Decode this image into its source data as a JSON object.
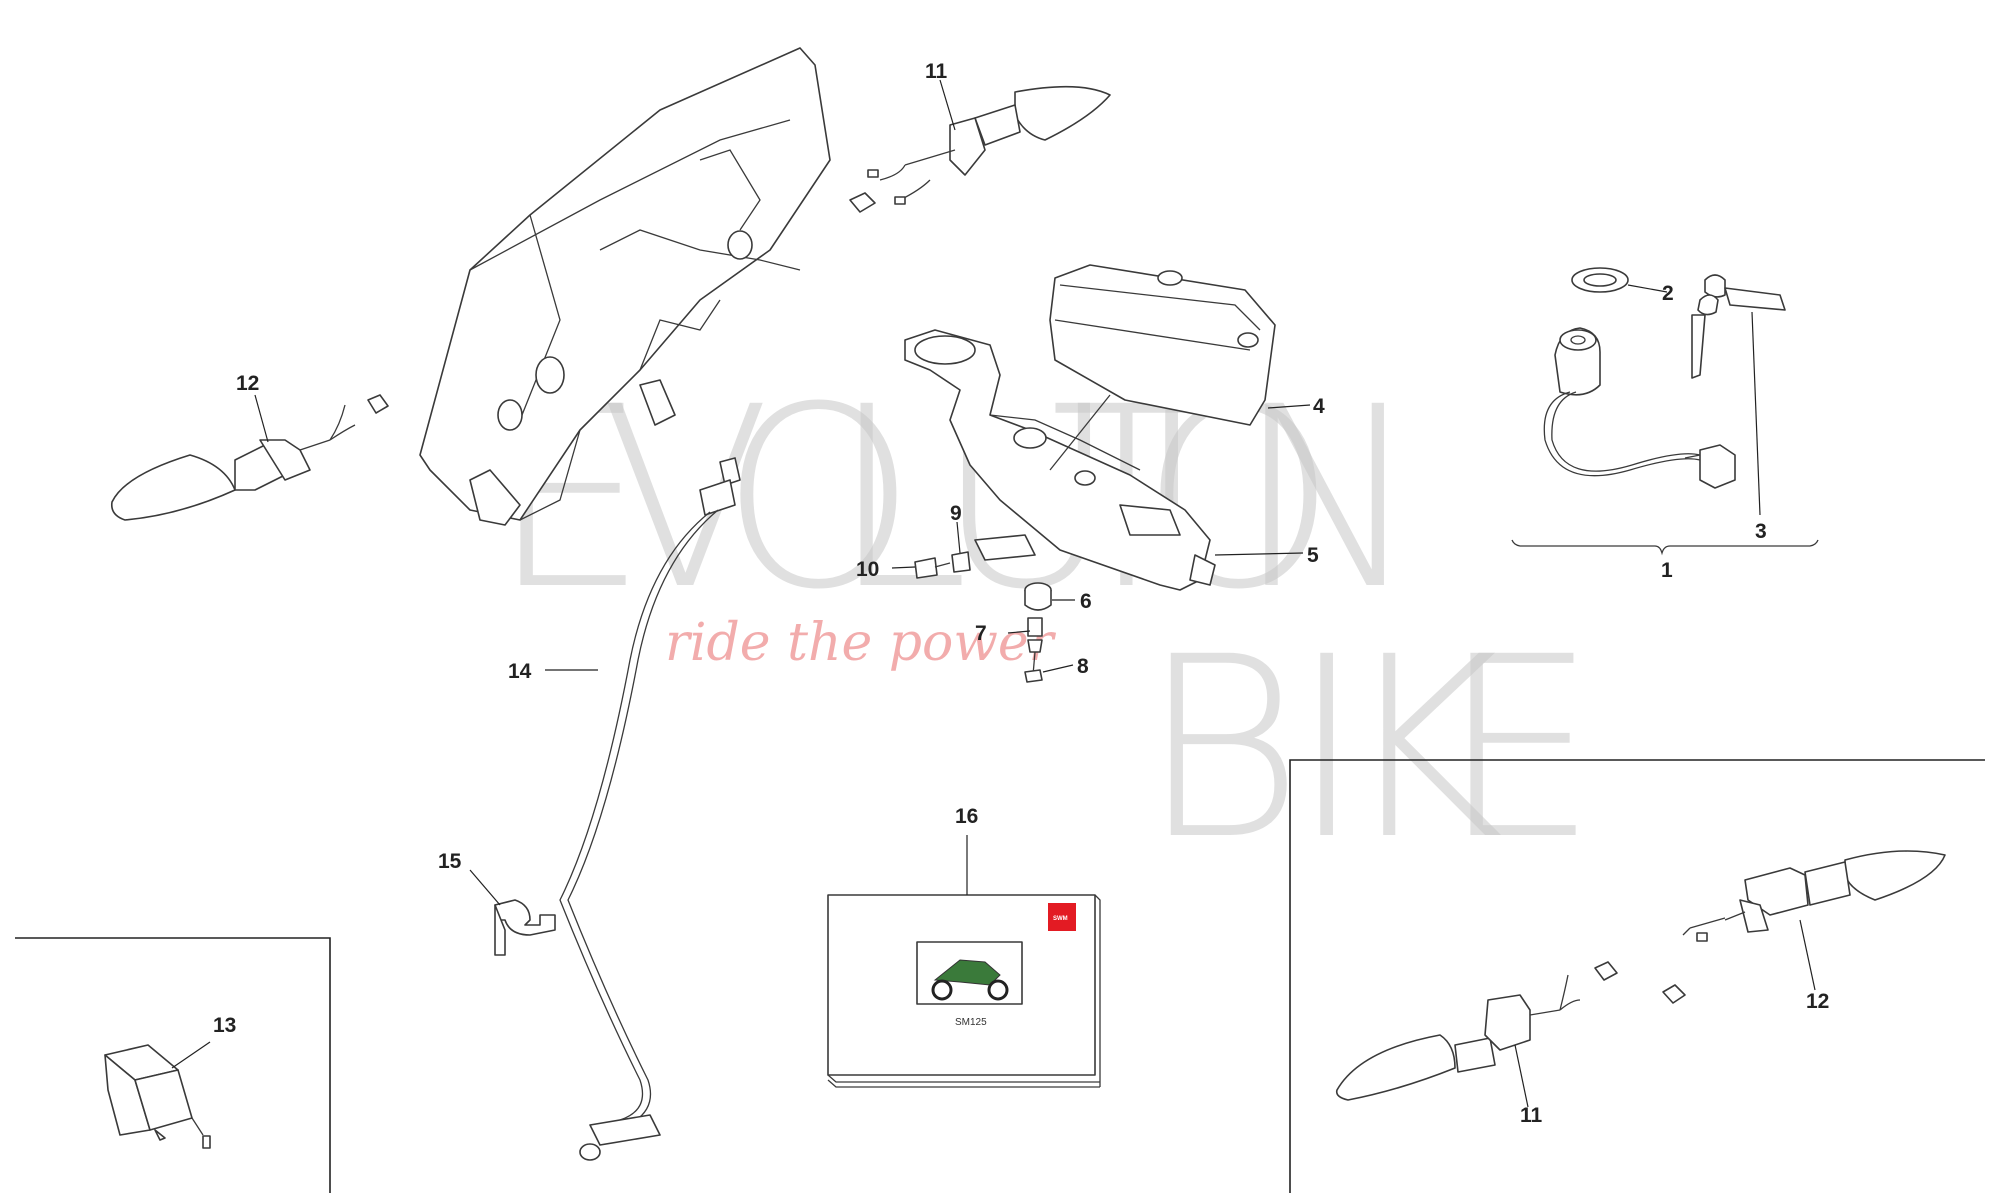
{
  "callouts": [
    {
      "id": "1",
      "label": "1"
    },
    {
      "id": "2",
      "label": "2"
    },
    {
      "id": "3",
      "label": "3"
    },
    {
      "id": "4",
      "label": "4"
    },
    {
      "id": "5",
      "label": "5"
    },
    {
      "id": "6",
      "label": "6"
    },
    {
      "id": "7",
      "label": "7"
    },
    {
      "id": "8",
      "label": "8"
    },
    {
      "id": "9",
      "label": "9"
    },
    {
      "id": "10",
      "label": "10"
    },
    {
      "id": "11",
      "label": "11"
    },
    {
      "id": "11b",
      "label": "11"
    },
    {
      "id": "12",
      "label": "12"
    },
    {
      "id": "12b",
      "label": "12"
    },
    {
      "id": "13",
      "label": "13"
    },
    {
      "id": "14",
      "label": "14"
    },
    {
      "id": "15",
      "label": "15"
    },
    {
      "id": "16",
      "label": "16"
    }
  ],
  "manual": {
    "model": "SM125",
    "brand": "SWM",
    "brand_color": "#e31b23"
  },
  "watermark": {
    "letters": [
      "E",
      "V",
      "O",
      "L",
      "U",
      "T",
      "I",
      "O",
      "N",
      "B",
      "I",
      "K",
      "E"
    ],
    "tagline": "ride the power",
    "colors": {
      "letters": "#c8c8c8",
      "tagline": "#e86a6a"
    }
  }
}
